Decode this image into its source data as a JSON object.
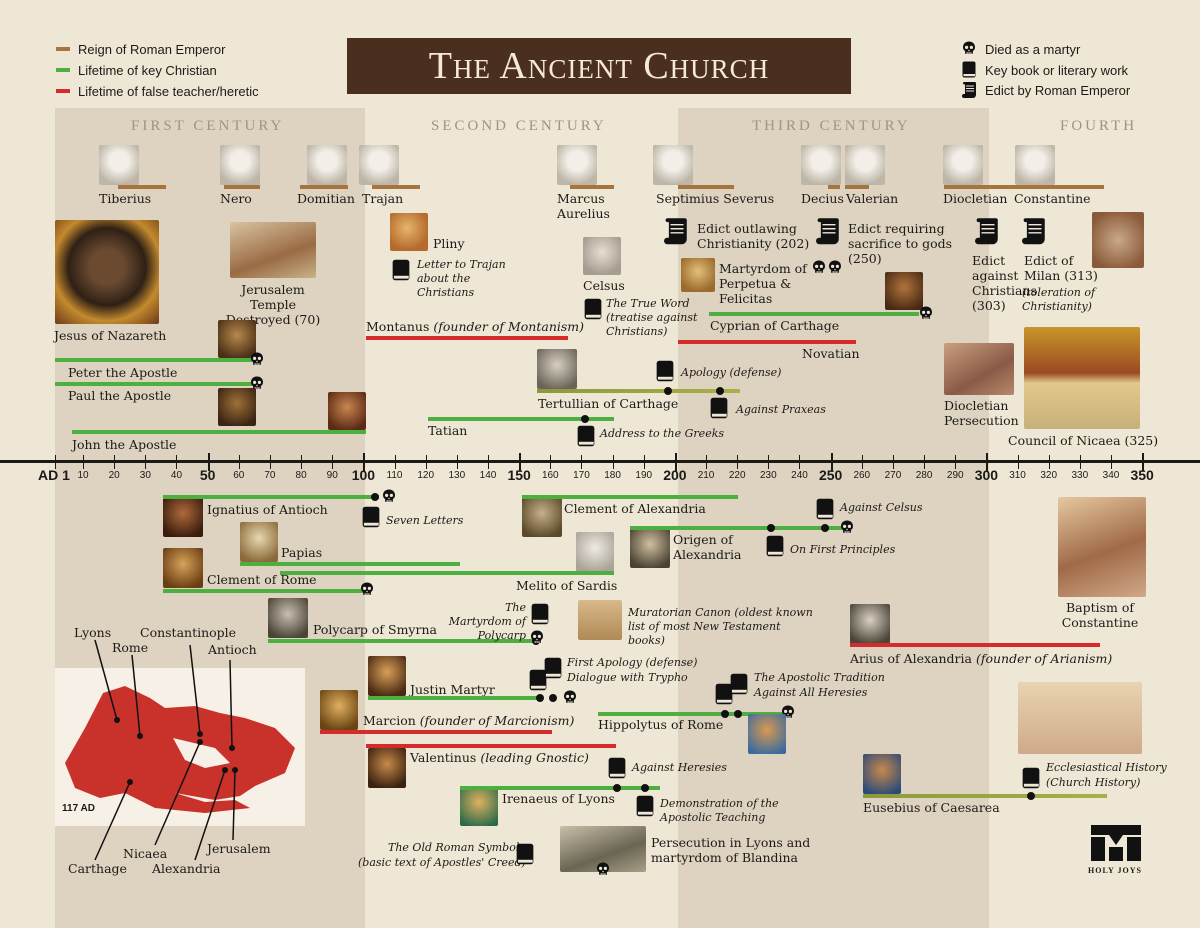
{
  "title": "The Ancient Church",
  "legend_left": [
    {
      "label": "Reign of Roman Emperor",
      "color": "#a8743e"
    },
    {
      "label": "Lifetime of key Christian",
      "color": "#4caf3f"
    },
    {
      "label": "Lifetime of false teacher/heretic",
      "color": "#d52b2b"
    }
  ],
  "legend_right": [
    {
      "label": "Died as a martyr",
      "icon": "skull-icon"
    },
    {
      "label": "Key book or literary work",
      "icon": "book-icon"
    },
    {
      "label": "Edict by Roman Emperor",
      "icon": "scroll-icon"
    }
  ],
  "centuries": [
    "First Century",
    "Second Century",
    "Third Century",
    "Fourth"
  ],
  "axis": {
    "start_label": "AD 1",
    "ticks": [
      10,
      20,
      30,
      40,
      50,
      60,
      70,
      80,
      90,
      100,
      110,
      120,
      130,
      140,
      150,
      160,
      170,
      180,
      190,
      200,
      210,
      220,
      230,
      240,
      250,
      260,
      270,
      280,
      290,
      300,
      310,
      320,
      330,
      340,
      350
    ],
    "major": [
      50,
      100,
      150,
      200,
      250,
      300,
      350
    ]
  },
  "emperors": [
    "Tiberius",
    "Nero",
    "Domitian",
    "Trajan",
    "Marcus Aurelius",
    "Septimius Severus",
    "Decius",
    "Valerian",
    "Diocletian",
    "Constantine"
  ],
  "labels": {
    "jesus": "Jesus of Nazareth",
    "temple": "Jerusalem Temple Destroyed (70)",
    "pliny": "Pliny",
    "pliny_book": "Letter to Trajan about the Christians",
    "celsus": "Celsus",
    "celsus_book": "The True Word (treatise against Christians)",
    "edict1": "Edict outlawing Christianity (202)",
    "edict2": "Edict requiring sacrifice to gods (250)",
    "edict3": "Edict against Christians (303)",
    "edict4": "Edict of Milan (313)",
    "edict4_note": "(toleration of Christianity)",
    "perpetua": "Martyrdom of Perpetua & Felicitas",
    "montanus": "Montanus",
    "montanus_note": "(founder of Montanism)",
    "cyprian": "Cyprian of Carthage",
    "novatian": "Novatian",
    "peter": "Peter the Apostle",
    "paul": "Paul the Apostle",
    "john": "John the Apostle",
    "apology": "Apology (defense)",
    "tertullian": "Tertullian of Carthage",
    "praxeas": "Against Praxeas",
    "tatian": "Tatian",
    "greeks": "Address to the Greeks",
    "dio_persecution": "Diocletian Persecution",
    "nicaea": "Council of Nicaea (325)",
    "ignatius": "Ignatius of Antioch",
    "seven_letters": "Seven Letters",
    "papias": "Papias",
    "clement_rome": "Clement of Rome",
    "clement_alex": "Clement of Alexandria",
    "origen": "Origen of Alexandria",
    "against_celsus": "Against Celsus",
    "first_principles": "On First Principles",
    "melito": "Melito of Sardis",
    "polycarp": "Polycarp of Smyrna",
    "martyrdom_polycarp": "The Martyrdom of Polycarp",
    "muratorian": "Muratorian Canon",
    "muratorian_note": "(oldest known list of most New Testament books)",
    "arius": "Arius of Alexandria",
    "arius_note": "(founder of Arianism)",
    "baptism": "Baptism of Constantine",
    "justin": "Justin Martyr",
    "first_apology": "First Apology (defense)",
    "trypho": "Dialogue with Trypho",
    "marcion": "Marcion",
    "marcion_note": "(founder of Marcionism)",
    "hippolytus": "Hippolytus of Rome",
    "apostolic_tradition": "The Apostolic Tradition",
    "against_all": "Against All Heresies",
    "valentinus": "Valentinus",
    "valentinus_note": "(leading Gnostic)",
    "against_heresies": "Against Heresies",
    "irenaeus": "Irenaeus of Lyons",
    "demonstration": "Demonstration of the Apostolic Teaching",
    "eusebius": "Eusebius of Caesarea",
    "eccl_history": "Ecclesiastical History",
    "church_history": "(Church History)",
    "roman_symbol": "The Old Roman Symbol",
    "roman_symbol_note": "(basic text of Apostles' Creed)",
    "lyons_persecution": "Persecution in Lyons and martyrdom of Blandina",
    "logo": "HOLY JOYS"
  },
  "map": {
    "year": "117 AD",
    "cities": [
      "Lyons",
      "Rome",
      "Constantinople",
      "Antioch",
      "Carthage",
      "Nicaea",
      "Alexandria",
      "Jerusalem"
    ]
  }
}
